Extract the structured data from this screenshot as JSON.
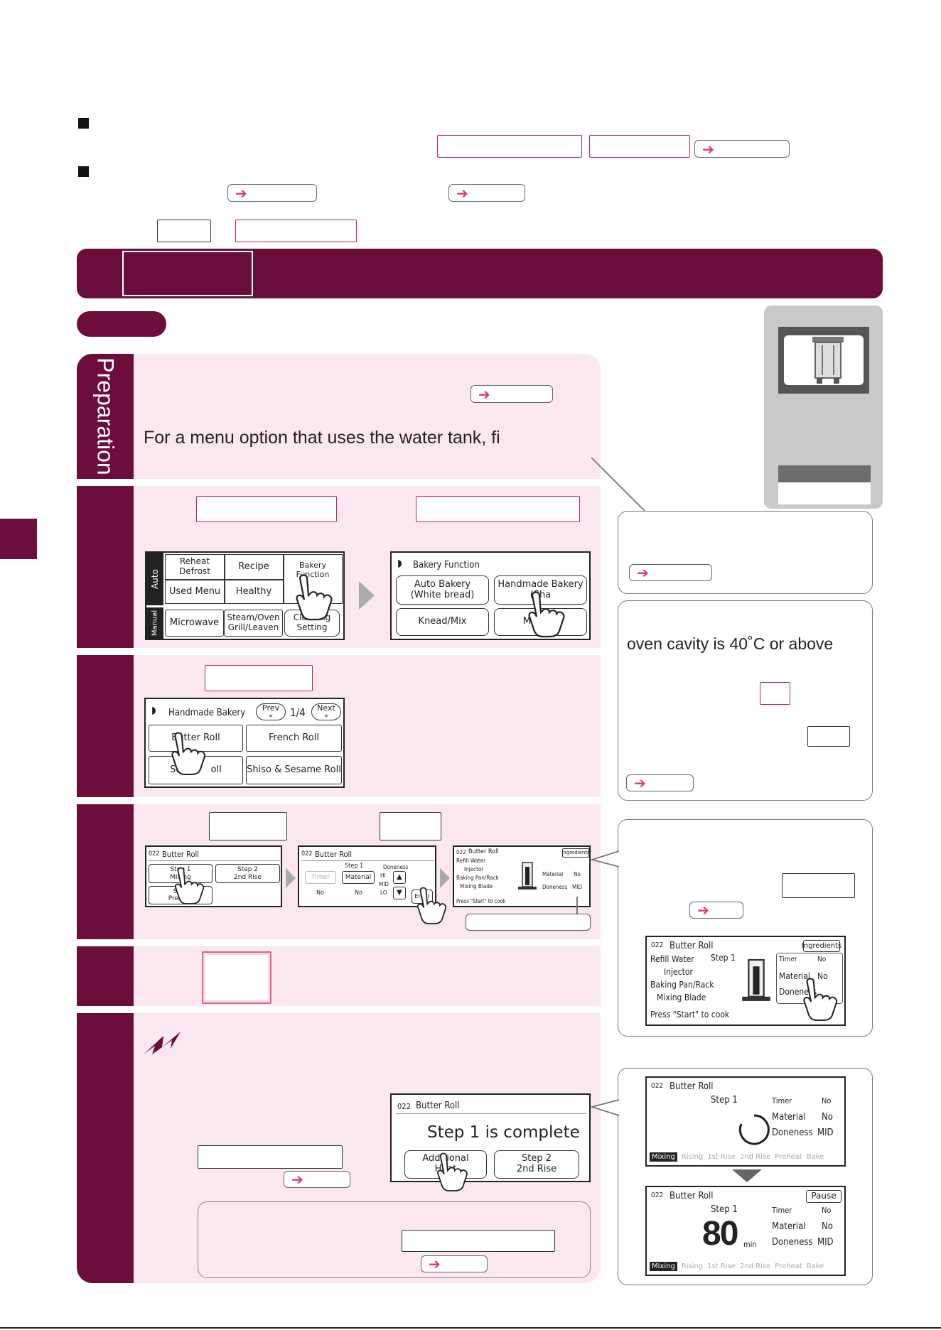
{
  "preparation_label": "Preparation",
  "preparation_text": "For a menu option that uses the water tank, fi",
  "callout_temp_text": "oven cavity is 40˚C or above",
  "arrow_glyph": "➔",
  "screens": {
    "home": {
      "auto_tab": "Auto",
      "manual_tab": "Manual",
      "reheat_defrost": "Reheat\nDefrost",
      "recipe": "Recipe",
      "bakery_function": "Bakery Function",
      "used_menu": "Used Menu",
      "healthy": "Healthy",
      "microwave": "Microwave",
      "steam_oven": "Steam/Oven\nGrill/Leaven",
      "cleaning": "Cleaning\nSetting"
    },
    "bakery": {
      "title": "Bakery Function",
      "auto_bakery": "Auto Bakery\n(White bread)",
      "handmade_bakery": "Handmade Bakery\n(Sha",
      "knead_mix": "Knead/Mix",
      "menu": "Menu N"
    },
    "handmade": {
      "title": "Handmade Bakery",
      "prev": "Prev",
      "page": "1/4",
      "next": "Next",
      "butter_roll": "Butter Roll",
      "french_roll": "French Roll",
      "square_roll": "Squa      oll",
      "shiso_roll": "Shiso & Sesame Roll"
    },
    "steps": {
      "no": "No.",
      "num": "022",
      "name": "Butter Roll",
      "step1": "Step 1",
      "mixing": "Mixing",
      "step2": "Step 2",
      "second_rise": "2nd Rise",
      "step": "Step",
      "preheat": "Preheat",
      "timer": "Timer",
      "material": "Material",
      "doneness": "Doneness",
      "hi": "HI",
      "md": "MID",
      "lo": "LO",
      "no_value": "No",
      "enter": "Enter",
      "ingredients": "Ingredients",
      "refill": "Refill Water",
      "injector": "Injector",
      "baking_pan": "Baking Pan/Rack",
      "mixing_blade": "Mixing Blade",
      "press_start": "Press \"Start\" to cook",
      "mid_value": "MID"
    },
    "complete": {
      "message": "Step 1 is complete",
      "additional_heat": "Additional\nHeat",
      "step2": "Step 2\n2nd Rise"
    },
    "progress": {
      "pause": "Pause",
      "minutes": "80",
      "unit": "min",
      "tabs": [
        "Mixing",
        "Rising",
        "1st Rise",
        "2nd Rise",
        "Preheat",
        "Bake"
      ]
    }
  },
  "colors": {
    "maroon": "#6b0e3a",
    "pink_panel": "#fbe7ef",
    "accent": "#d63a7a"
  }
}
